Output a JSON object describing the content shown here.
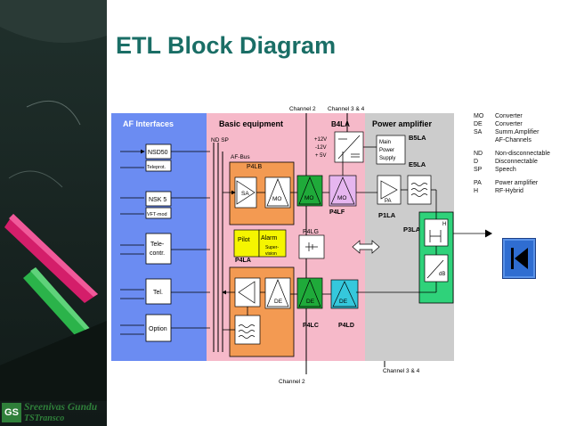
{
  "slide": {
    "title": "ETL Block Diagram"
  },
  "diagram": {
    "top_labels": {
      "channel_2": "Channel 2",
      "channel_3_4": "Channel 3 & 4"
    },
    "bottom_labels": {
      "channel_2": "Channel 2",
      "channel_3_4": "Channel 3 & 4"
    },
    "sections": {
      "af_interfaces": "AF Interfaces",
      "basic_equipment": "Basic equipment",
      "b4la": "B4LA",
      "power_amplifier": "Power amplifier"
    },
    "af_boxes": {
      "nsd50": "NSD50",
      "teleprot": "Teleprot.",
      "nsk5": "NSK 5",
      "vft_mod": "VFT-mod",
      "telecontr_1": "Tele-",
      "telecontr_2": "contr.",
      "tel": "Tel.",
      "option": "Option"
    },
    "labels": {
      "nd_sp": "ND SP",
      "af_bus": "AF-Bus",
      "p4lb": "P4LB",
      "sa": "SA",
      "mo1": "MO",
      "mo2": "MO",
      "mo3": "MO",
      "p4lf": "P4LF",
      "pilot": "Pilot",
      "alarm": "Alarm",
      "supervision_1": "Super-",
      "supervision_2": "vision",
      "p4la": "P4LA",
      "p4lg": "P4LG",
      "de1": "DE",
      "de2": "DE",
      "de3": "DE",
      "p4lc": "P4LC",
      "p4ld": "P4LD",
      "v12p": "+12V",
      "v12n": "-12V",
      "v5": "+ 5V",
      "main_power_1": "Main",
      "main_power_2": "Power",
      "main_power_3": "Supply",
      "b5la": "B5LA",
      "e5la": "E5LA",
      "pa": "PA",
      "p1la": "P1LA",
      "p3la": "P3LA",
      "h": "H",
      "db": "dB"
    }
  },
  "legend": [
    {
      "key": "MO",
      "value": "Converter"
    },
    {
      "key": "DE",
      "value": "Converter"
    },
    {
      "key": "SA",
      "value": "Summ.Amplifier"
    },
    {
      "key": "",
      "value": "AF-Channels"
    },
    {
      "key": "ND",
      "value": "Non-disconnectable"
    },
    {
      "key": "D",
      "value": "Disconnectable"
    },
    {
      "key": "SP",
      "value": "Speech"
    },
    {
      "key": "PA",
      "value": "Power amplifier"
    },
    {
      "key": "H",
      "value": "RF-Hybrid"
    }
  ],
  "brand": {
    "badge": "GS",
    "name": "Sreenivas Gundu",
    "company": "TSTransco"
  },
  "colors": {
    "title": "#1a6e66",
    "af_blue": "#6b8cf2",
    "basic_pink": "#f6b9c9",
    "power_gray": "#cccccc",
    "orange": "#f39a52",
    "green": "#1faa3a",
    "cyan": "#35c8dc",
    "lilac": "#e6b6f0",
    "yellow": "#f5f500",
    "teal_box": "#2fd27a",
    "nav_blue": "#2f6dd1",
    "brand_green": "#2f7f3a"
  }
}
